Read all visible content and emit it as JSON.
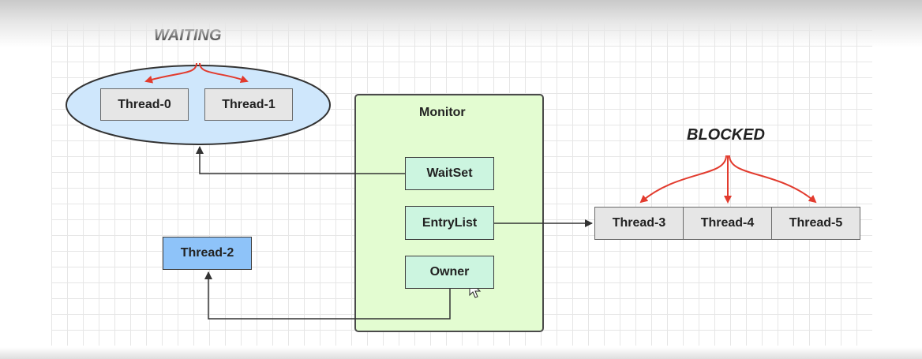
{
  "labels": {
    "waiting": "WAITING",
    "blocked": "BLOCKED",
    "monitor": "Monitor",
    "waitset": "WaitSet",
    "entrylist": "EntryList",
    "owner": "Owner"
  },
  "threads": [
    "Thread-0",
    "Thread-1",
    "Thread-2",
    "Thread-3",
    "Thread-4",
    "Thread-5"
  ],
  "colors": {
    "wait_ellipse": "#cfe7fc",
    "monitor_fill": "#e3fcd1",
    "monitor_border": "#4a4a4a",
    "thread_box": "#e6e6e6",
    "monitor_item": "#ccf5e0",
    "owner_thread": "#8ec3f9",
    "accent_arrow": "#e23b2e",
    "connector": "#333333"
  }
}
